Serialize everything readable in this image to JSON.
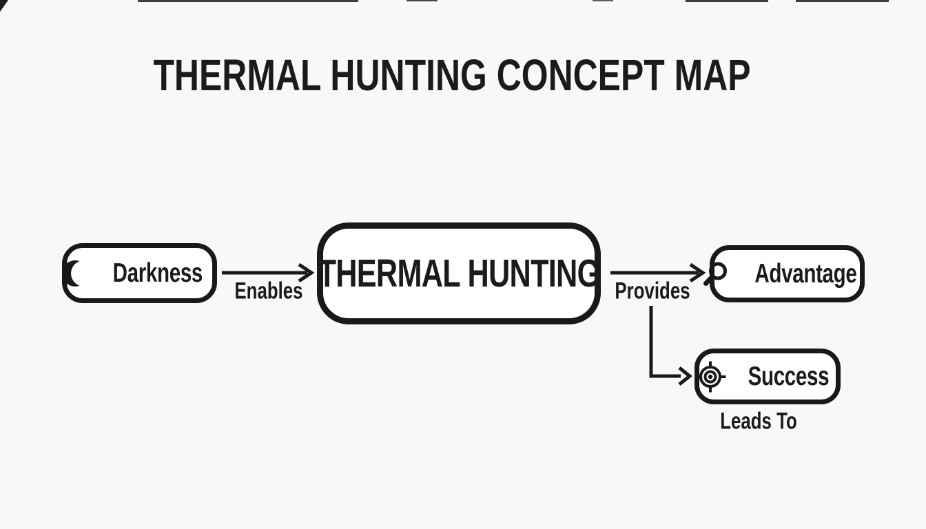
{
  "title": "THERMAL HUNTING CONCEPT MAP",
  "nodes": {
    "darkness": {
      "label": "Darkness",
      "icon": "crescent-moon-icon"
    },
    "thermal_hunting": {
      "label": "THERMAL HUNTING",
      "icon": ""
    },
    "advantage": {
      "label": "Advantage",
      "icon": "magnifier-icon"
    },
    "success": {
      "label": "Success",
      "icon": "crosshair-target-icon"
    }
  },
  "edges": {
    "enables": {
      "label": "Enables",
      "from": "darkness",
      "to": "thermal_hunting"
    },
    "provides": {
      "label": "Provides",
      "from": "thermal_hunting",
      "to": "advantage"
    },
    "leads_to": {
      "label": "Leads To",
      "from": "thermal_hunting",
      "to": "success"
    }
  },
  "colors": {
    "background": "#f8f8f6",
    "ink": "#191919",
    "node_fill": "#ffffff"
  }
}
